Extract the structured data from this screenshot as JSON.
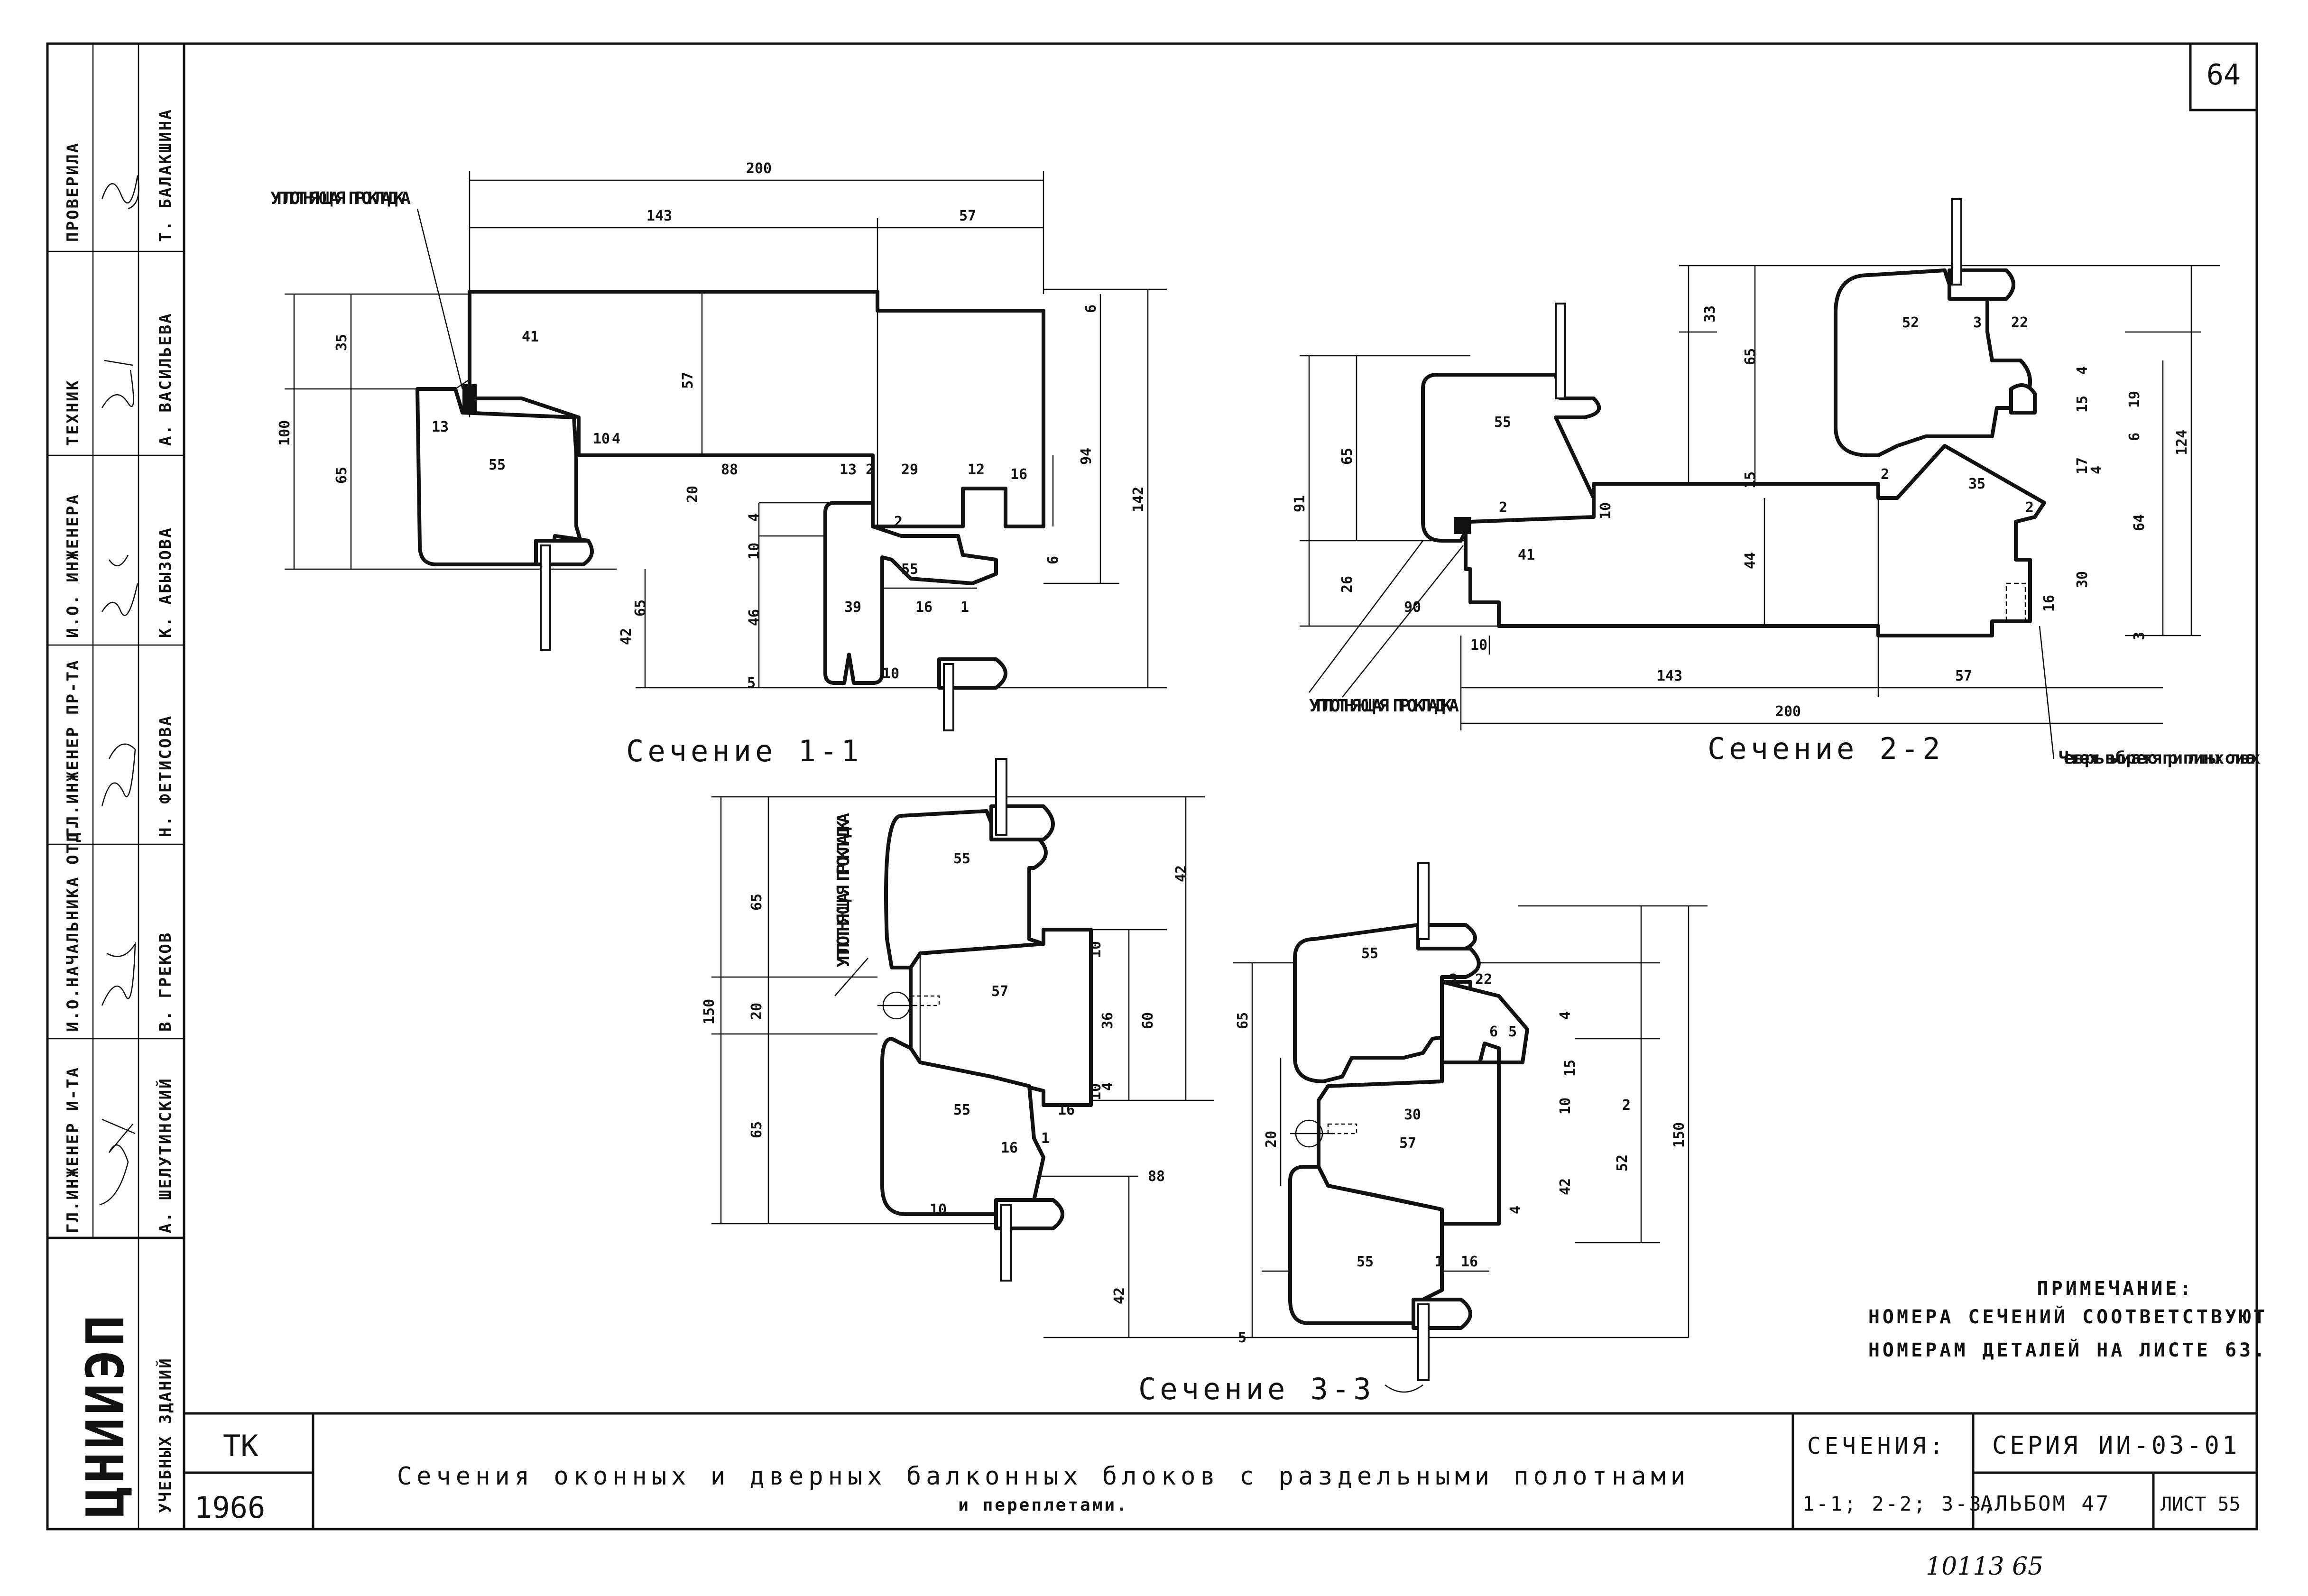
{
  "sheet": {
    "page_number": "64",
    "handwritten_number": "10113  65",
    "colors": {
      "ink": "#111111",
      "paper": "#ffffff"
    }
  },
  "stamp": {
    "org_name": "ЦНИИЭП",
    "org_sub": "УЧЕБНЫХ ЗДАНИЙ",
    "roles": [
      {
        "role": "ПРОВЕРИЛА",
        "name": "Т. БАЛАКШИНА"
      },
      {
        "role": "ТЕХНИК",
        "name": "А. ВАСИЛЬЕВА"
      },
      {
        "role": "И.О. ИНЖЕНЕРА",
        "name": "К. АБЫЗОВА"
      },
      {
        "role": "ГЛ.ИНЖЕНЕР ПР-ТА",
        "name": "Н. ФЕТИСОВА"
      },
      {
        "role": "И.О.НАЧАЛЬНИКА ОТД.",
        "name": "В. ГРЕКОВ"
      },
      {
        "role": "ГЛ.ИНЖЕНЕР И-ТА",
        "name": "А. ШЕЛУТИНСКИЙ"
      }
    ]
  },
  "sections": {
    "s11": {
      "caption": "Сечение 1-1",
      "seal_label": "УПЛОТНЯЮЩАЯ ПРОКЛАДКА",
      "dims": [
        "200",
        "143",
        "57",
        "35",
        "65",
        "100",
        "41",
        "57",
        "13",
        "55",
        "10",
        "4",
        "20",
        "88",
        "13",
        "2",
        "29",
        "12",
        "16",
        "94",
        "142",
        "6",
        "2",
        "55",
        "39",
        "16",
        "1",
        "4",
        "10",
        "46",
        "65",
        "42",
        "5",
        "10",
        "6"
      ]
    },
    "s22": {
      "caption": "Сечение 2-2",
      "seal_label": "УПЛОТНЯЮЩАЯ ПРОКЛАДКА",
      "quarter_note": "Четверть выбирается при плитных сливах",
      "dims": [
        "33",
        "65",
        "52",
        "3",
        "22",
        "4",
        "15",
        "19",
        "6",
        "124",
        "15",
        "2",
        "35",
        "17",
        "2",
        "4",
        "64",
        "55",
        "65",
        "91",
        "26",
        "2",
        "10",
        "41",
        "44",
        "90",
        "10",
        "143",
        "57",
        "200",
        "30",
        "16",
        "3"
      ]
    },
    "s33": {
      "caption": "Сечение 3-3",
      "seal_label": "УПЛОТНЯЮЩАЯ ПРОКЛАДКА",
      "dims": [
        "65",
        "20",
        "65",
        "150",
        "55",
        "57",
        "10",
        "36",
        "60",
        "10",
        "4",
        "42",
        "55",
        "16",
        "16",
        "1",
        "88",
        "10",
        "42",
        "55",
        "22",
        "3",
        "6",
        "5",
        "4",
        "15",
        "10",
        "30",
        "57",
        "20",
        "65",
        "4",
        "42",
        "52",
        "150",
        "2",
        "55",
        "1",
        "16",
        "5"
      ]
    }
  },
  "note": {
    "title": "ПРИМЕЧАНИЕ:",
    "line1": "НОМЕРА СЕЧЕНИЙ СООТВЕТСТВУЮТ",
    "line2": "НОМЕРАМ ДЕТАЛЕЙ НА ЛИСТЕ 63."
  },
  "titleblock": {
    "tk": "ТК",
    "year": "1966",
    "title_line1": "Сечения оконных и дверных балконных блоков с раздельными полотнами",
    "title_line2": "и переплетами.",
    "sections_label": "СЕЧЕНИЯ:",
    "sections_list": "1-1; 2-2; 3-3;",
    "series": "СЕРИЯ ИИ-03-01",
    "album": "АЛЬБОМ 47",
    "sheet_no": "ЛИСТ 55"
  }
}
